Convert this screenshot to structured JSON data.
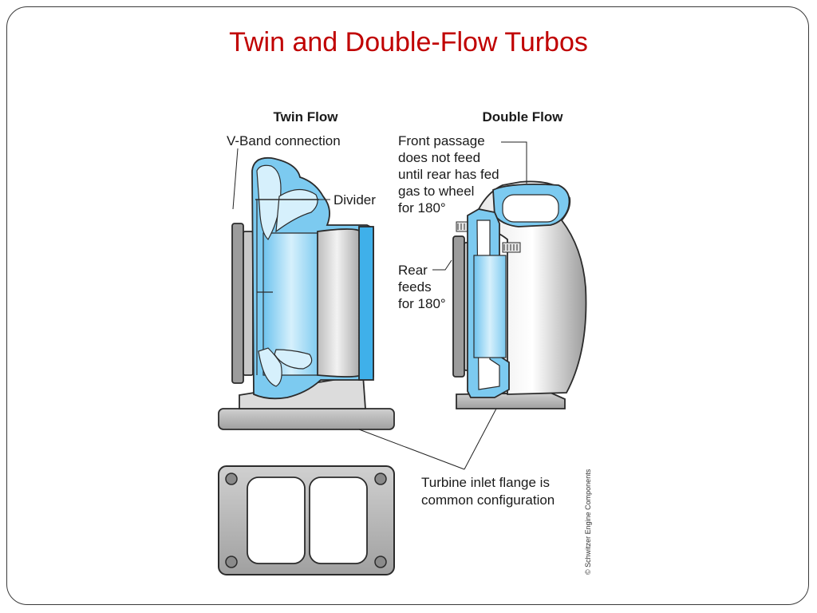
{
  "slide": {
    "title": "Twin and Double-Flow Turbos"
  },
  "diagram": {
    "headers": {
      "twin_flow": "Twin Flow",
      "double_flow": "Double Flow"
    },
    "labels": {
      "v_band": "V-Band connection",
      "divider": "Divider",
      "front_passage": [
        "Front passage",
        "does not feed",
        "until rear has fed",
        "gas to wheel",
        "for 180°"
      ],
      "rear_feeds": [
        "Rear",
        "feeds",
        "for 180°"
      ],
      "flange": [
        "Turbine inlet flange is",
        "common configuration"
      ]
    },
    "credit": "© Schwitzer Engine Components",
    "colors": {
      "gas_passage": "#7ccaf0",
      "gas_light": "#d2eefb",
      "metal": "#d4d4d4",
      "metal_dark": "#9a9a9a",
      "flange": "#b8b8b8",
      "title": "#c00000"
    }
  }
}
